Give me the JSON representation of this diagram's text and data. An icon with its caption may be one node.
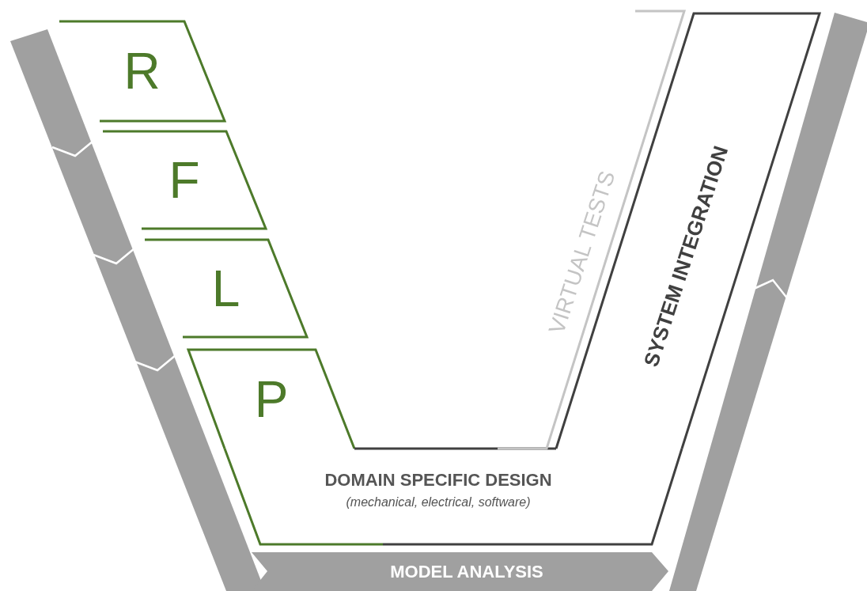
{
  "diagram": {
    "nodes": [
      {
        "text": [
          "R"
        ]
      },
      {
        "text": [
          "F"
        ]
      },
      {
        "text": [
          "L"
        ]
      },
      {
        "text": [
          "P"
        ]
      },
      {
        "text": [
          "DOMAIN SPECIFIC DESIGN",
          "(mechanical, electrical, software)"
        ]
      },
      {
        "text": [
          "VIRTUAL TESTS"
        ]
      },
      {
        "text": [
          "SYSTEM INTEGRATION"
        ]
      },
      {
        "text": [
          "MODEL ANALYSIS"
        ]
      }
    ]
  }
}
